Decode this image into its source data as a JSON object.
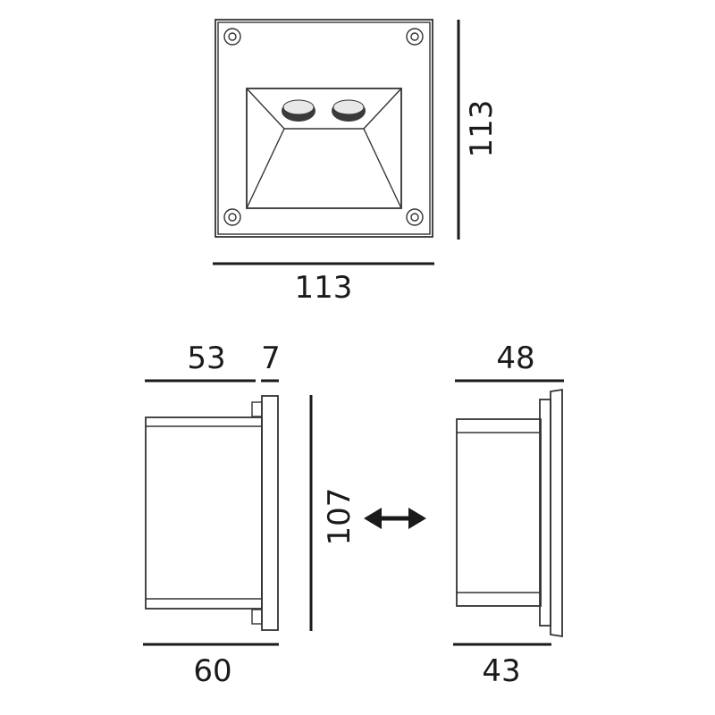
{
  "dimensions": {
    "top_height": "113",
    "top_width": "113",
    "side_depth_body": "53",
    "side_depth_flange": "7",
    "side_height": "107",
    "side_bottom_width": "60",
    "right_top_width": "48",
    "right_bottom_width": "43"
  },
  "colors": {
    "line": "#333333",
    "text": "#1a1a1a",
    "background": "#ffffff"
  },
  "icons": {
    "adjust_arrow": "double-arrow-icon"
  }
}
